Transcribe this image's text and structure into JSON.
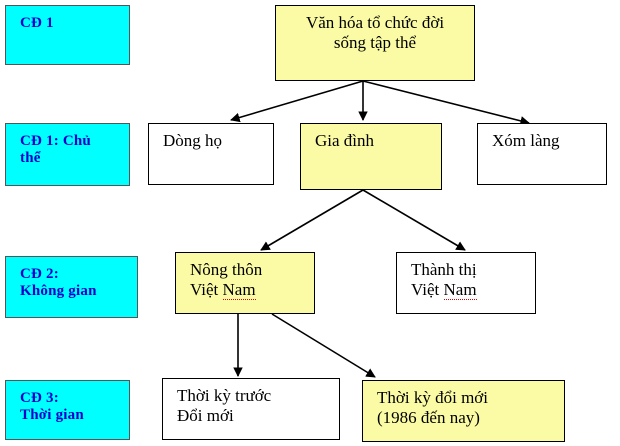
{
  "diagram": {
    "title": "Văn hóa tổ chức đời sống tập thể",
    "background": "#ffffff",
    "colors": {
      "chip_fill": "#00ffff",
      "chip_text": "#0000cc",
      "node_fill_highlight": "#fbfba6",
      "node_fill_plain": "#ffffff",
      "node_border": "#000000",
      "edge": "#000000",
      "spellcheck_underline": "#dd0000"
    }
  },
  "legend": {
    "chips": [
      {
        "id": "cd1",
        "line1": "CĐ 1",
        "line2": ""
      },
      {
        "id": "cd1_chuthe",
        "line1": "CĐ 1: Chủ",
        "line2": "thể"
      },
      {
        "id": "cd2_khonggian",
        "line1": "CĐ 2:",
        "line2": "Không gian"
      },
      {
        "id": "cd3_thoigian",
        "line1": "CĐ 3:",
        "line2": "Thời gian"
      }
    ]
  },
  "nodes": {
    "root": {
      "line1": "Văn hóa tổ chức đời",
      "line2": "sống tập thể"
    },
    "dong_ho": {
      "line1": "Dòng họ",
      "line2": ""
    },
    "gia_dinh": {
      "line1": "Gia đình",
      "line2": ""
    },
    "xom_lang": {
      "line1": "Xóm làng",
      "line2": ""
    },
    "nong_thon": {
      "line1": "Nông thôn",
      "line2a": "Việt ",
      "line2b": "Nam"
    },
    "thanh_thi": {
      "line1": "Thành thị",
      "line2a": "Việt ",
      "line2b": "Nam"
    },
    "thoi_ky_truoc": {
      "line1": "Thời kỳ trước",
      "line2": "Đổi mới"
    },
    "thoi_ky_doi_moi": {
      "line1": "Thời kỳ đổi mới",
      "line2": "(1986 đến nay)"
    }
  },
  "edges": [
    {
      "from": "root",
      "to": "dong_ho"
    },
    {
      "from": "root",
      "to": "gia_dinh"
    },
    {
      "from": "root",
      "to": "xom_lang"
    },
    {
      "from": "gia_dinh",
      "to": "nong_thon"
    },
    {
      "from": "gia_dinh",
      "to": "thanh_thi"
    },
    {
      "from": "nong_thon",
      "to": "thoi_ky_truoc"
    },
    {
      "from": "nong_thon",
      "to": "thoi_ky_doi_moi"
    }
  ]
}
